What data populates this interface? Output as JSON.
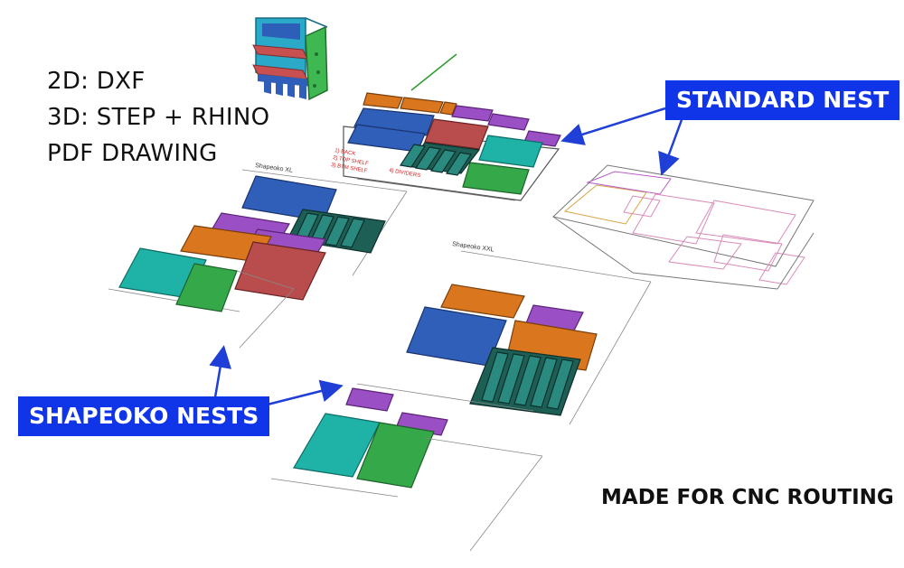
{
  "formats": {
    "line1": "2D: DXF",
    "line2": "3D: STEP + RHINO",
    "line3": "PDF DRAWING"
  },
  "callouts": {
    "standard_nest": "STANDARD NEST",
    "shapeoko_nests": "SHAPEOKO NESTS"
  },
  "footer": {
    "made_for": "MADE FOR CNC ROUTING"
  },
  "sheet_labels": {
    "shapeoko_xl": "Shapeoko XL",
    "shapeoko_xxl": "Shapeoko XXL"
  },
  "colors": {
    "callout_bg": "#1034e8",
    "arrow": "#1f3fd6",
    "blue_part": "#2f5fb8",
    "orange_part": "#d9761e",
    "red_part": "#b94d4d",
    "purple_part": "#9b4fc4",
    "teal_part": "#1fb3a8",
    "green_part": "#35a84a",
    "dark_teal_part": "#1d5e55"
  }
}
